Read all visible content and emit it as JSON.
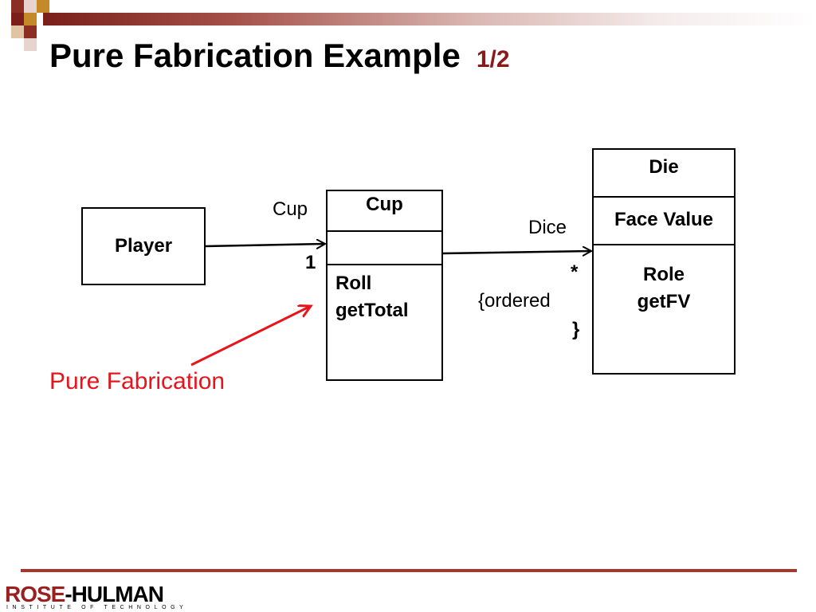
{
  "slide": {
    "title": "Pure Fabrication Example",
    "page_indicator": "1/2"
  },
  "classes": {
    "player": {
      "name": "Player"
    },
    "cup": {
      "name": "Cup",
      "methods_line1": "Roll",
      "methods_line2": "getTotal"
    },
    "die": {
      "name": "Die",
      "attribute": "Face Value",
      "methods_line1": "Role",
      "methods_line2": "getFV"
    }
  },
  "associations": {
    "player_cup": {
      "role": "Cup",
      "multiplicity": "1"
    },
    "cup_die": {
      "role": "Dice",
      "multiplicity": "*",
      "constraint_line1": "{ordered",
      "constraint_line2": "}"
    }
  },
  "annotation": {
    "text": "Pure Fabrication",
    "color": "#e8141c"
  },
  "footer": {
    "logo_part1": "ROSE",
    "logo_part2": "-HULMAN",
    "logo_sub": "INSTITUTE OF TECHNOLOGY"
  },
  "colors": {
    "accent": "#8b1a1a",
    "footer_line": "#a0392f",
    "annotation": "#e8141c"
  }
}
